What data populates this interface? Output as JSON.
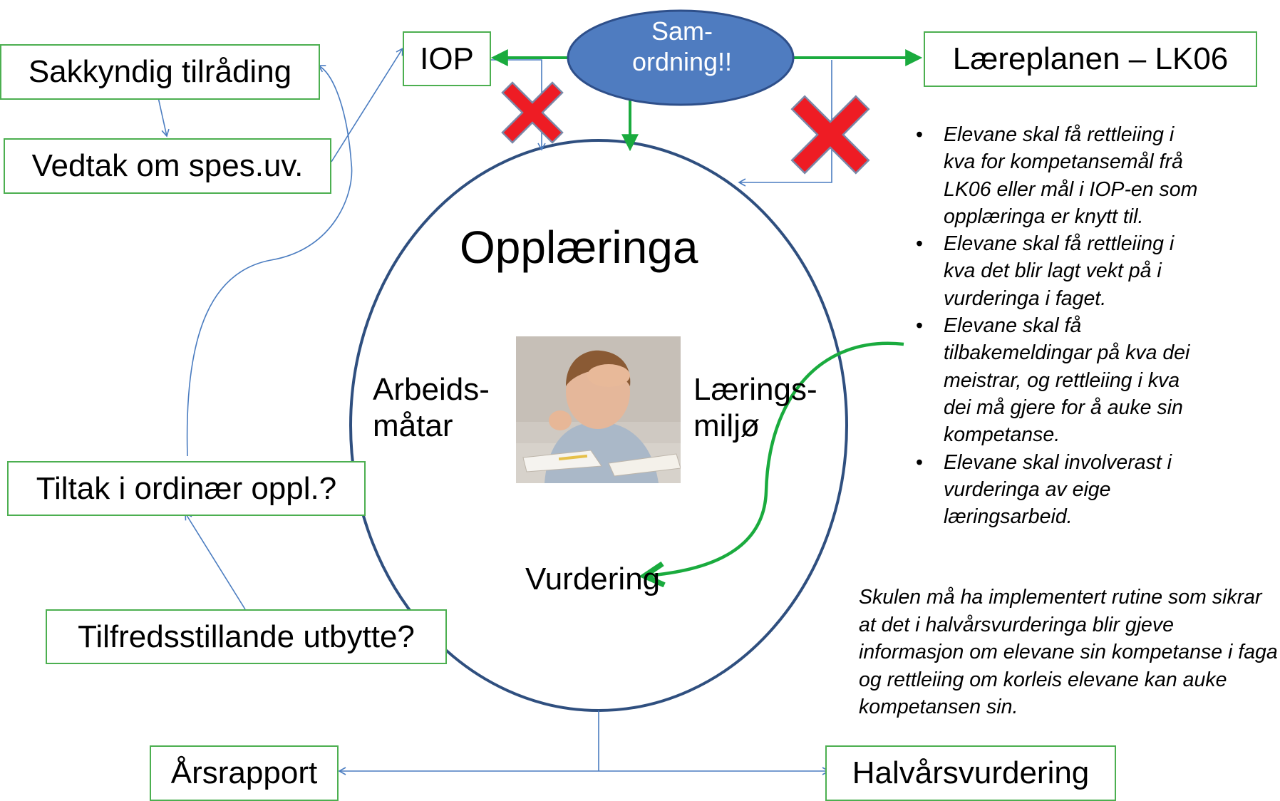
{
  "samordning": {
    "text": "Sam-\nordning!!",
    "fill": "#4f7cc0",
    "stroke": "#2e4f8a"
  },
  "colors": {
    "green_arrow": "#1aab3e",
    "thin_arrow": "#4a7cc0",
    "box_border": "#4caf50",
    "cross": "#ee1c24",
    "circle": "#2f4f7f"
  },
  "boxes": {
    "sakkyndig": "Sakkyndig tilråding",
    "vedtak": "Vedtak om spes.uv.",
    "iop": "IOP",
    "lk06": "Læreplanen – LK06",
    "tiltak": "Tiltak i ordinær oppl.?",
    "utbytte": "Tilfredsstillande utbytte?",
    "arsrapport": "Årsrapport",
    "halvar": "Halvårsvurdering"
  },
  "circle": {
    "title": "Opplæringa",
    "left_label": "Arbeids-\nmåtar",
    "right_label": "Lærings-\nmiljø",
    "bottom_label": "Vurdering",
    "photo": "child-holding-head-over-books-photo"
  },
  "bullets": [
    "Elevane skal få rettleiing i kva for kompetansemål frå LK06 eller mål i IOP-en som opplæringa er knytt til.",
    "Elevane skal få rettleiing i kva det blir lagt vekt på i vurderinga i faget.",
    "Elevane skal få tilbakemeldingar på kva dei meistrar, og rettleiing i kva dei må gjere for å auke sin kompetanse.",
    "Elevane skal involverast i vurderinga av eige læringsarbeid."
  ],
  "note": "Skulen må ha implementert rutine som sikrar at det i halvårsvurderinga blir gjeve informasjon om elevane sin kompetanse i faga og rettleiing om korleis elevane kan auke kompetansen sin."
}
